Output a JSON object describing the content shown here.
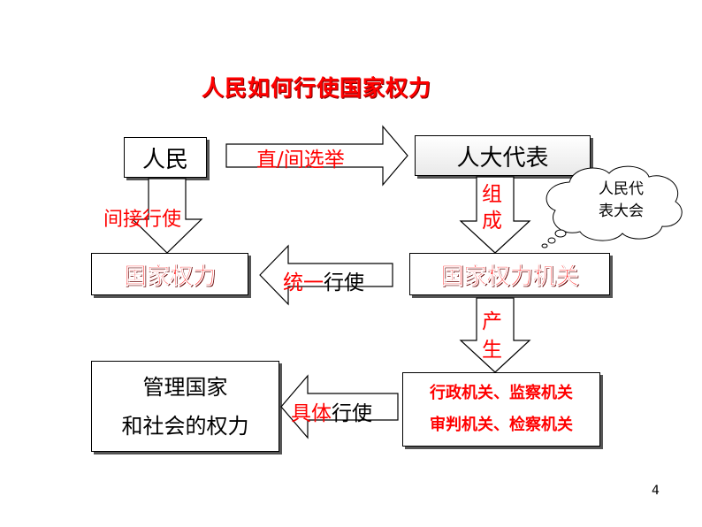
{
  "title": "人民如何行使国家权力",
  "nodes": {
    "people": "人民",
    "deputies": "人大代表",
    "state_power": "国家权力",
    "state_organ": "国家权力机关",
    "manage_line1": "管理国家",
    "manage_line2": "和社会的权力",
    "organs_line1": "行政机关、监察机关",
    "organs_line2": "审判机关、检察机关"
  },
  "arrows": {
    "elect_a": "直/",
    "elect_b": "间选举",
    "indirect": "间接行使",
    "compose_1": "组",
    "compose_2": "成",
    "unify_a": "统一",
    "unify_b": "行使",
    "produce_1": "产",
    "produce_2": "生",
    "concrete_a": "具体",
    "concrete_b": "行使"
  },
  "cloud": {
    "line1": "人民代",
    "line2": "表大会"
  },
  "page_number": "4",
  "colors": {
    "accent_red": "#ff0000",
    "box_border": "#000000"
  }
}
